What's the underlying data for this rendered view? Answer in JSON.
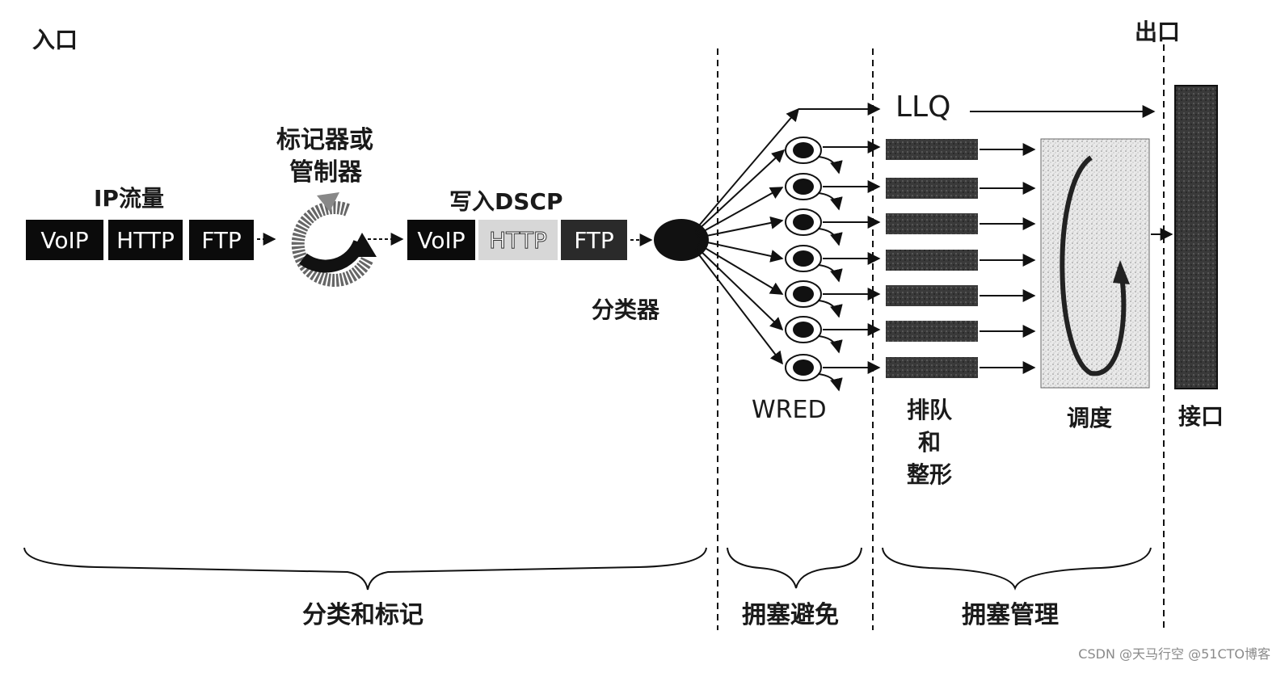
{
  "labels": {
    "entrance": "入口",
    "exit": "出口",
    "ip_traffic": "IP流量",
    "marker_line1": "标记器或",
    "marker_line2": "管制器",
    "write_dscp": "写入DSCP",
    "classifier": "分类器",
    "llq": "LLQ",
    "wred": "WRED",
    "queue_line1": "排队",
    "queue_line2": "和",
    "queue_line3": "整形",
    "scheduler": "调度",
    "interface": "接口",
    "section_classify": "分类和标记",
    "section_avoid": "拥塞避免",
    "section_manage": "拥塞管理"
  },
  "traffic_before": [
    "VoIP",
    "HTTP",
    "FTP"
  ],
  "traffic_after": [
    "VoIP",
    "HTTP",
    "FTP"
  ],
  "watermark": "CSDN @天马行空 @51CTO博客",
  "colors": {
    "ink": "#111111",
    "box_dark": "#0b0b0b",
    "box_light": "#d7d7d7"
  }
}
